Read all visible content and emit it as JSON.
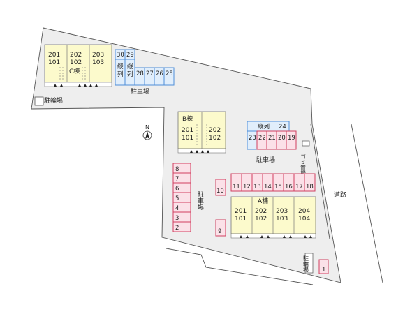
{
  "map": {
    "buildings": [
      {
        "name": "C棟",
        "units": [
          [
            "201",
            "101"
          ],
          [
            "202",
            "102"
          ],
          [
            "203",
            "103"
          ]
        ]
      },
      {
        "name": "B棟",
        "units": [
          [
            "201",
            "101"
          ],
          [
            "202",
            "102"
          ]
        ]
      },
      {
        "name": "A棟",
        "units": [
          [
            "201",
            "101"
          ],
          [
            "202",
            "102"
          ],
          [
            "203",
            "103"
          ],
          [
            "204",
            "104"
          ]
        ]
      }
    ],
    "labels": {
      "bicycle_parking": "駐輪場",
      "parking": "駐車場",
      "road": "道路",
      "garbage": "ゴミ置場",
      "north": "N",
      "tandem": "縦列"
    },
    "spaces": {
      "top_pair": [
        "30",
        "29"
      ],
      "top_row": [
        "28",
        "27",
        "26",
        "25"
      ],
      "mid_tandem_number": "24",
      "mid_row": [
        "23",
        "22",
        "21",
        "20",
        "19"
      ],
      "row_a": [
        "11",
        "12",
        "13",
        "14",
        "15",
        "16",
        "17",
        "18"
      ],
      "left_col": [
        "8",
        "7",
        "6",
        "5",
        "4",
        "3",
        "2"
      ],
      "single_10": "10",
      "single_9": "9",
      "single_1": "1"
    },
    "colors": {
      "pink": "#d04060",
      "blue": "#4f8fd8",
      "building": "#fcfacc",
      "ground": "#eeeeee"
    }
  }
}
